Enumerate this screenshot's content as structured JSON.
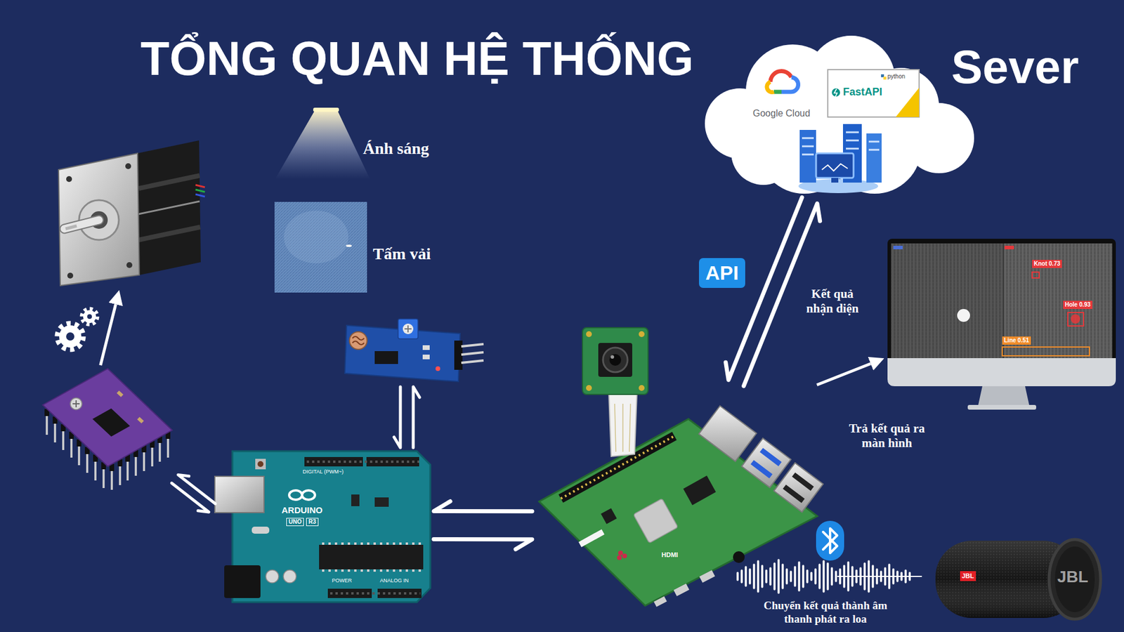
{
  "diagram": {
    "title": "TỔNG QUAN HỆ THỐNG",
    "nodes": [
      {
        "text": []
      },
      {
        "text": []
      },
      {
        "text": []
      },
      {
        "text": [
          "DIGITAL (PWM~)",
          "ARDUINO",
          "UNO",
          "R3",
          "POWER",
          "ANALOG IN"
        ]
      },
      {
        "text": [
          "HDMI"
        ]
      },
      {
        "text": [
          "Sever",
          "Google Cloud",
          "python",
          "FastAPI"
        ]
      },
      {
        "text": [
          "Knot 0.73",
          "Hole 0.93",
          "Line 0.51"
        ]
      },
      {
        "text": [
          "JBL",
          "JBL"
        ]
      }
    ],
    "edges": [
      {
        "from": 1,
        "to": 0,
        "arrow": "to"
      },
      {
        "from": 1,
        "to": 3,
        "arrow": "both"
      },
      {
        "from": 2,
        "to": 3,
        "arrow": "both"
      },
      {
        "from": 3,
        "to": 4,
        "arrow": "both"
      },
      {
        "from": 4,
        "to": 5,
        "arrow": "both",
        "label": "Kết quả nhận diện"
      },
      {
        "from": 4,
        "to": 6,
        "arrow": "to",
        "label": "Trả kết quả ra màn hình"
      },
      {
        "from": 4,
        "to": 7,
        "arrow": "none",
        "label": "Chuyển kết quả thành âm thanh phát ra loa"
      }
    ],
    "labels": [
      "Ánh sáng",
      "Tấm vải",
      "API"
    ]
  }
}
